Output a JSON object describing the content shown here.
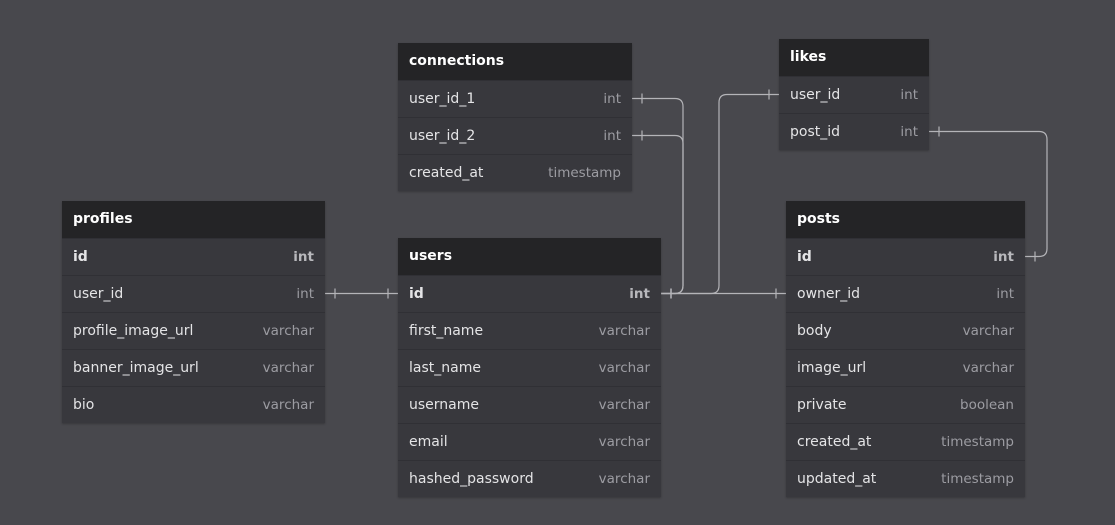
{
  "colors": {
    "background": "#48484d",
    "header": "#242426",
    "body": "#38383d",
    "connector": "#b4b4b8"
  },
  "tables": [
    {
      "id": "connections",
      "name": "connections",
      "fields": [
        {
          "name": "user_id_1",
          "type": "int",
          "pk": false
        },
        {
          "name": "user_id_2",
          "type": "int",
          "pk": false
        },
        {
          "name": "created_at",
          "type": "timestamp",
          "pk": false
        }
      ]
    },
    {
      "id": "likes",
      "name": "likes",
      "fields": [
        {
          "name": "user_id",
          "type": "int",
          "pk": false
        },
        {
          "name": "post_id",
          "type": "int",
          "pk": false
        }
      ]
    },
    {
      "id": "profiles",
      "name": "profiles",
      "fields": [
        {
          "name": "id",
          "type": "int",
          "pk": true
        },
        {
          "name": "user_id",
          "type": "int",
          "pk": false
        },
        {
          "name": "profile_image_url",
          "type": "varchar",
          "pk": false
        },
        {
          "name": "banner_image_url",
          "type": "varchar",
          "pk": false
        },
        {
          "name": "bio",
          "type": "varchar",
          "pk": false
        }
      ]
    },
    {
      "id": "users",
      "name": "users",
      "fields": [
        {
          "name": "id",
          "type": "int",
          "pk": true
        },
        {
          "name": "first_name",
          "type": "varchar",
          "pk": false
        },
        {
          "name": "last_name",
          "type": "varchar",
          "pk": false
        },
        {
          "name": "username",
          "type": "varchar",
          "pk": false
        },
        {
          "name": "email",
          "type": "varchar",
          "pk": false
        },
        {
          "name": "hashed_password",
          "type": "varchar",
          "pk": false
        }
      ]
    },
    {
      "id": "posts",
      "name": "posts",
      "fields": [
        {
          "name": "id",
          "type": "int",
          "pk": true
        },
        {
          "name": "owner_id",
          "type": "int",
          "pk": false
        },
        {
          "name": "body",
          "type": "varchar",
          "pk": false
        },
        {
          "name": "image_url",
          "type": "varchar",
          "pk": false
        },
        {
          "name": "private",
          "type": "boolean",
          "pk": false
        },
        {
          "name": "created_at",
          "type": "timestamp",
          "pk": false
        },
        {
          "name": "updated_at",
          "type": "timestamp",
          "pk": false
        }
      ]
    }
  ],
  "relations": [
    {
      "from": "connections.user_id_1",
      "to": "users.id"
    },
    {
      "from": "connections.user_id_2",
      "to": "users.id"
    },
    {
      "from": "likes.user_id",
      "to": "users.id"
    },
    {
      "from": "likes.post_id",
      "to": "posts.id"
    },
    {
      "from": "profiles.user_id",
      "to": "users.id"
    },
    {
      "from": "posts.owner_id",
      "to": "users.id"
    }
  ]
}
